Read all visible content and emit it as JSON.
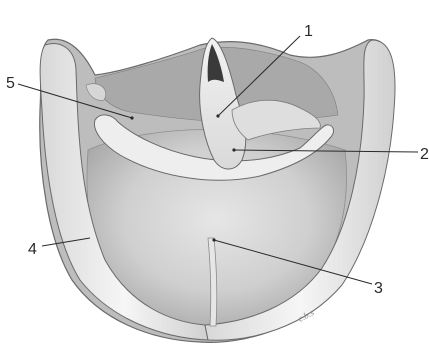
{
  "labels": [
    {
      "id": "1",
      "text": "1"
    },
    {
      "id": "2",
      "text": "2"
    },
    {
      "id": "3",
      "text": "3"
    },
    {
      "id": "4",
      "text": "4"
    },
    {
      "id": "5",
      "text": "5"
    }
  ],
  "signature": "c.b.s",
  "colors": {
    "outline": "#6a6a6a",
    "tissue": "#c6c6c6",
    "tissue_light": "#e8e8e8",
    "rim": "#f4f4f4",
    "shadow": "#8f8f8f",
    "dark": "#3a3a3a"
  }
}
